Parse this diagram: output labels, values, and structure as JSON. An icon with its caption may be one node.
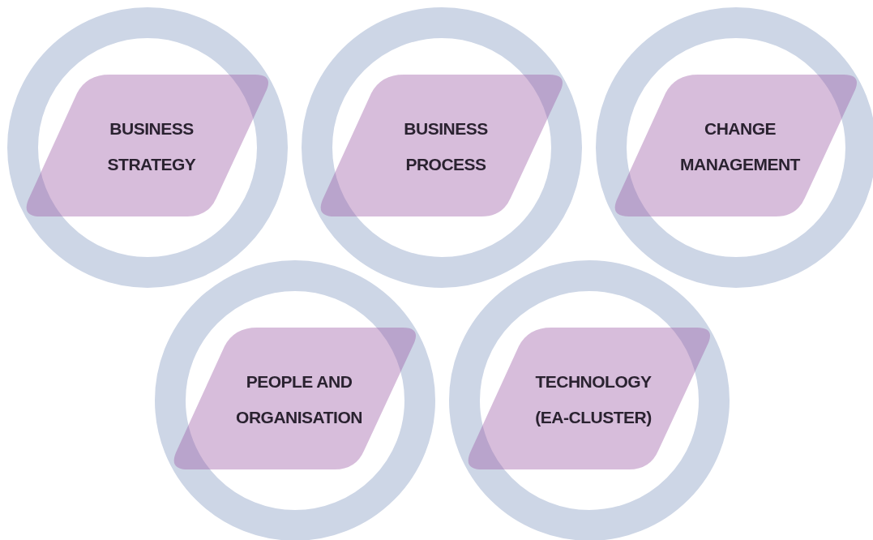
{
  "diagram": {
    "nodes": [
      {
        "text": [
          "BUSINESS STRATEGY"
        ]
      },
      {
        "text": [
          "BUSINESS PROCESS"
        ]
      },
      {
        "text": [
          "CHANGE MANAGEMENT"
        ]
      },
      {
        "text": [
          "PEOPLE AND ORGANISATION"
        ]
      },
      {
        "text": [
          "TECHNOLOGY (EA-CLUSTER)"
        ]
      }
    ]
  }
}
